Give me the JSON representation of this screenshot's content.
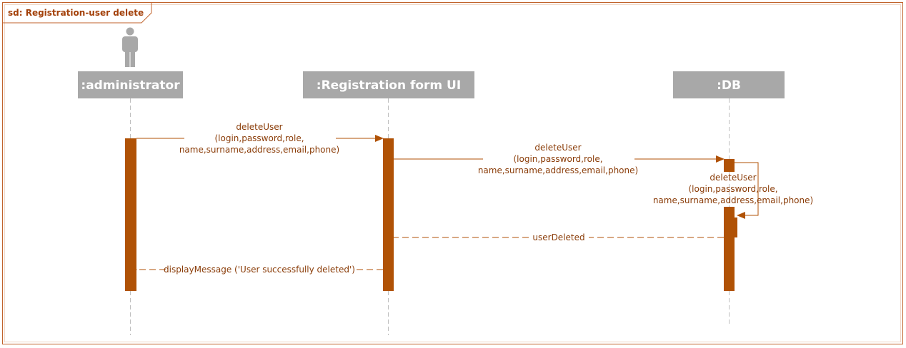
{
  "frame": {
    "title": "sd: Registration-user delete"
  },
  "lifelines": [
    {
      "id": "administrator",
      "label": ":administrator",
      "is_actor": true
    },
    {
      "id": "registration_form_ui",
      "label": ":Registration form UI"
    },
    {
      "id": "db",
      "label": ":DB"
    }
  ],
  "messages": [
    {
      "id": "m1",
      "from": "administrator",
      "to": "registration_form_ui",
      "kind": "sync",
      "lines": [
        "deleteUser",
        "(login,password,role,",
        "name,surname,address,email,phone)"
      ]
    },
    {
      "id": "m2",
      "from": "registration_form_ui",
      "to": "db",
      "kind": "sync",
      "lines": [
        "deleteUser",
        "(login,password,role,",
        "name,surname,address,email,phone)"
      ]
    },
    {
      "id": "m3",
      "from": "db",
      "to": "db",
      "kind": "self",
      "lines": [
        "deleteUser",
        "(login,password,role,",
        "name,surname,address,email,phone)"
      ]
    },
    {
      "id": "m4",
      "from": "db",
      "to": "registration_form_ui",
      "kind": "reply",
      "lines": [
        "userDeleted"
      ]
    },
    {
      "id": "m5",
      "from": "registration_form_ui",
      "to": "administrator",
      "kind": "reply",
      "lines": [
        "displayMessage ('User successfully deleted')"
      ]
    }
  ],
  "colors": {
    "accent": "#b05206",
    "header_bg": "#a8a8a8",
    "lifeline": "#bfbfbf",
    "text": "#8a3c08",
    "frame": "#c0622b"
  }
}
